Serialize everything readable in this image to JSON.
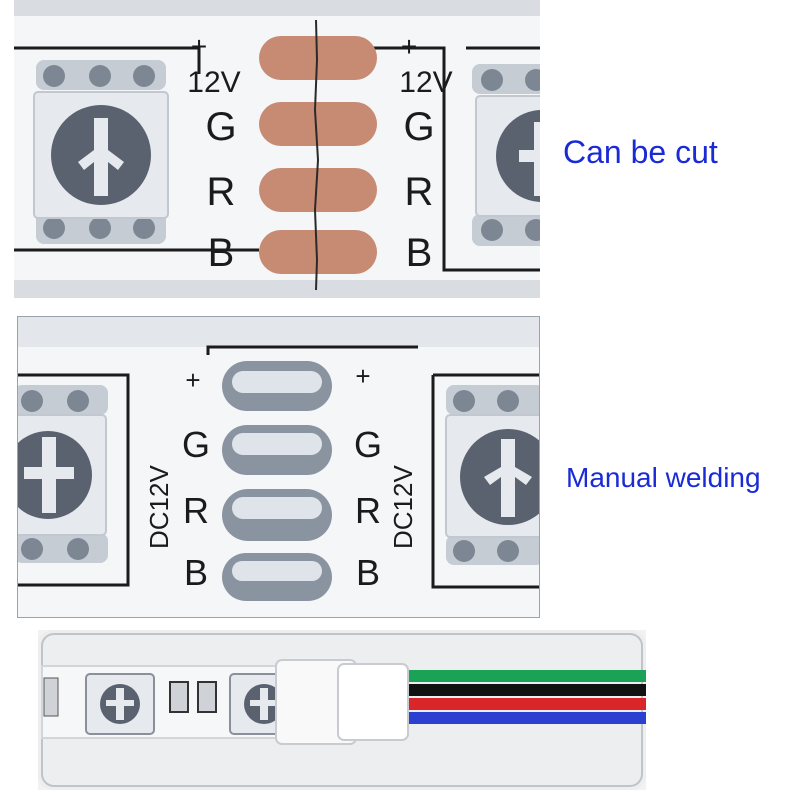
{
  "colors": {
    "caption": "#1a2bd6",
    "pcb": "#f4f6f8",
    "trace": "#1b1b1b",
    "copper": "#c78a73",
    "solder": "#8a94a0",
    "led_body": "#e6e9ee",
    "led_lens": "#5a6270",
    "wire_red": "#d8262a",
    "wire_green": "#1aa356",
    "wire_blue": "#2b3fd0",
    "wire_black": "#111111"
  },
  "panels": {
    "cut": {
      "caption": "Can be cut",
      "plus_left": "+",
      "plus_right": "+",
      "voltage_left": "12V",
      "voltage_right": "12V",
      "g_left": "G",
      "r_left": "R",
      "b_left": "B",
      "g_right": "G",
      "r_right": "R",
      "b_right": "B",
      "icons": [
        "led-chip-icon",
        "copper-pad-icon",
        "cut-line-icon"
      ]
    },
    "weld": {
      "caption": "Manual welding",
      "plus_left": "+",
      "plus_right": "+",
      "voltage_left": "DC12V",
      "voltage_right": "DC12V",
      "g_left": "G",
      "r_left": "R",
      "b_left": "B",
      "g_right": "G",
      "r_right": "R",
      "b_right": "B",
      "icons": [
        "led-chip-icon",
        "solder-joint-icon"
      ]
    },
    "connector": {
      "icons": [
        "led-strip-icon",
        "connector-sleeve-icon",
        "wire-bundle-icon"
      ]
    }
  }
}
